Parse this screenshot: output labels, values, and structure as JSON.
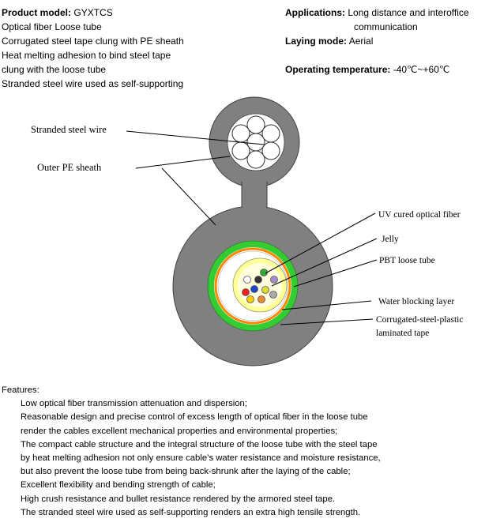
{
  "spec": {
    "product_model_label": "Product model:",
    "product_model_value": "GYXTCS",
    "lines": [
      "Optical fiber Loose tube",
      "Corrugated steel tape clung with PE sheath",
      "Heat melting adhesion to bind steel tape",
      "clung with the loose tube",
      "Stranded steel wire used as self-supporting"
    ],
    "applications_label": "Applications:",
    "applications_value_1": "Long distance and interoffice",
    "applications_value_2": "communication",
    "laying_label": "Laying mode:",
    "laying_value": "Aerial",
    "temperature_label": "Operating temperature:",
    "temperature_value": "-40℃~+60℃"
  },
  "diagram": {
    "labels": {
      "stranded_steel_wire": "Stranded steel wire",
      "outer_pe_sheath": "Outer PE sheath",
      "uv_fiber": "UV cured optical fiber",
      "jelly": "Jelly",
      "pbt_tube": "PBT loose tube",
      "water_blocking": "Water blocking layer",
      "corrugated_1": "Corrugated-steel-plastic",
      "corrugated_2": "laminated tape"
    },
    "colors": {
      "sheath": "#808080",
      "sheath_outline": "#404040",
      "green_layer": "#33cc33",
      "orange_tape": "#ff8800",
      "jelly": "#ffffe0",
      "pbt_tube": "#ffff99",
      "fibers": [
        "#ffffff",
        "#333333",
        "#aa88cc",
        "#33aa33",
        "#ee2222",
        "#2244cc",
        "#aaaaaa",
        "#dddd33",
        "#ffcc00",
        "#ee8833"
      ]
    }
  },
  "features": {
    "title": "Features:",
    "items": [
      "Low optical fiber transmission attenuation and dispersion;",
      "Reasonable design and precise control of excess length of optical fiber in the loose tube",
      "render the cables excellent mechanical properties and environmental properties;",
      "The compact cable structure and the integral structure of the loose tube with the steel tape",
      " by heat melting adhesion not only ensure cable’s water resistance and moisture resistance,",
      " but also prevent the loose tube from being back-shrunk after the laying of the cable;",
      "Excellent flexibility and bending strength of cable;",
      "High crush resistance and bullet resistance rendered by the armored steel tape.",
      "The stranded steel wire used as self-supporting renders an extra high tensile strength."
    ]
  }
}
